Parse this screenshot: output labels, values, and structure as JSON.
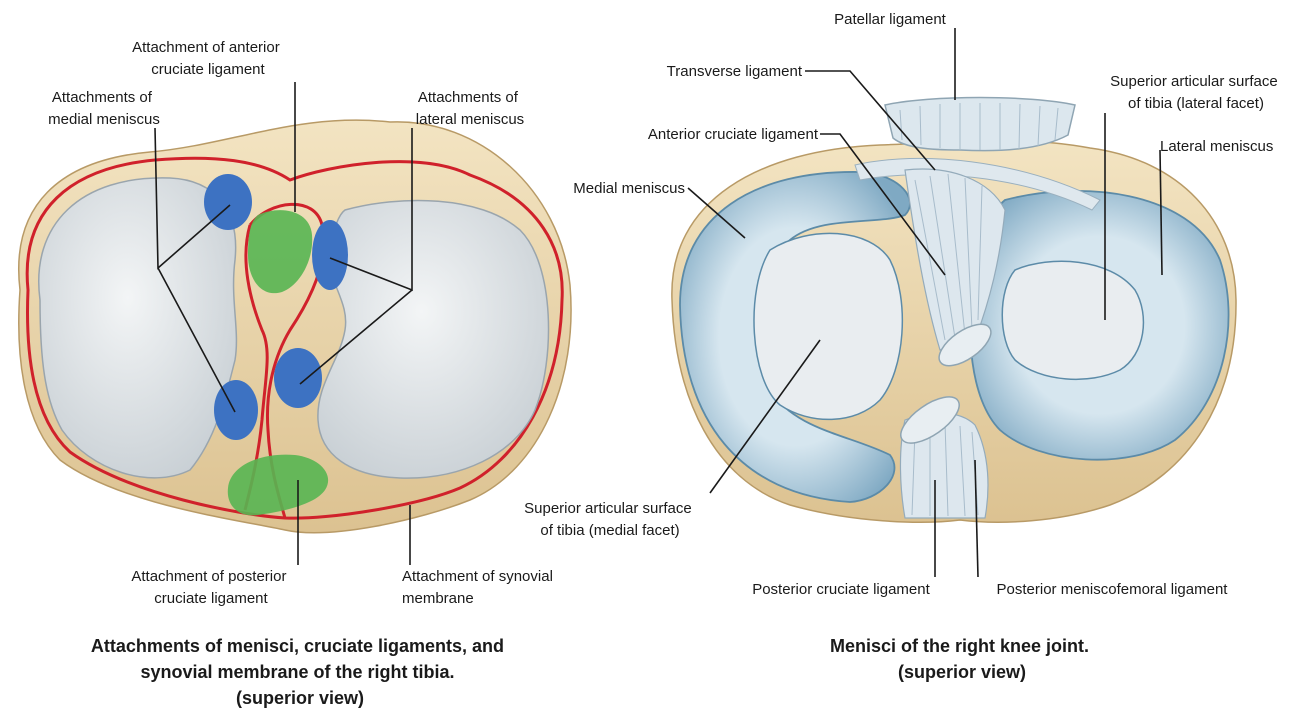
{
  "left_figure": {
    "labels": {
      "acl_attachment": [
        "Attachment of anterior",
        "cruciate ligament"
      ],
      "medial_meniscus_attachments": [
        "Attachments of",
        "medial meniscus"
      ],
      "lateral_meniscus_attachments": [
        "Attachments of",
        "lateral meniscus"
      ],
      "pcl_attachment": [
        "Attachment of posterior",
        "cruciate ligament"
      ],
      "synovial_attachment": [
        "Attachment of synovial",
        "membrane"
      ]
    },
    "caption": [
      "Attachments of menisci, cruciate ligaments, and",
      "synovial membrane of the right tibia.",
      "(superior view)"
    ]
  },
  "right_figure": {
    "labels": {
      "patellar_ligament": "Patellar ligament",
      "transverse_ligament": "Transverse ligament",
      "acl": "Anterior cruciate ligament",
      "medial_meniscus": "Medial meniscus",
      "superior_lateral_facet": [
        "Superior articular surface",
        "of tibia (lateral facet)"
      ],
      "lateral_meniscus": "Lateral meniscus",
      "superior_medial_facet": [
        "Superior articular surface",
        "of tibia (medial facet)"
      ],
      "pcl": "Posterior cruciate ligament",
      "meniscofemoral": "Posterior meniscofemoral ligament"
    },
    "caption": [
      "Menisci of the right knee joint.",
      "(superior view)"
    ]
  },
  "colors": {
    "bone": "#efdcb4",
    "cartilage": "#e3e7ea",
    "meniscus": "#b9d3e2",
    "meniscus_attachment": "#3d72c2",
    "cruciate_attachment": "#58b552",
    "synovial_line": "#d0212b",
    "ligament": "#dde7ee"
  }
}
